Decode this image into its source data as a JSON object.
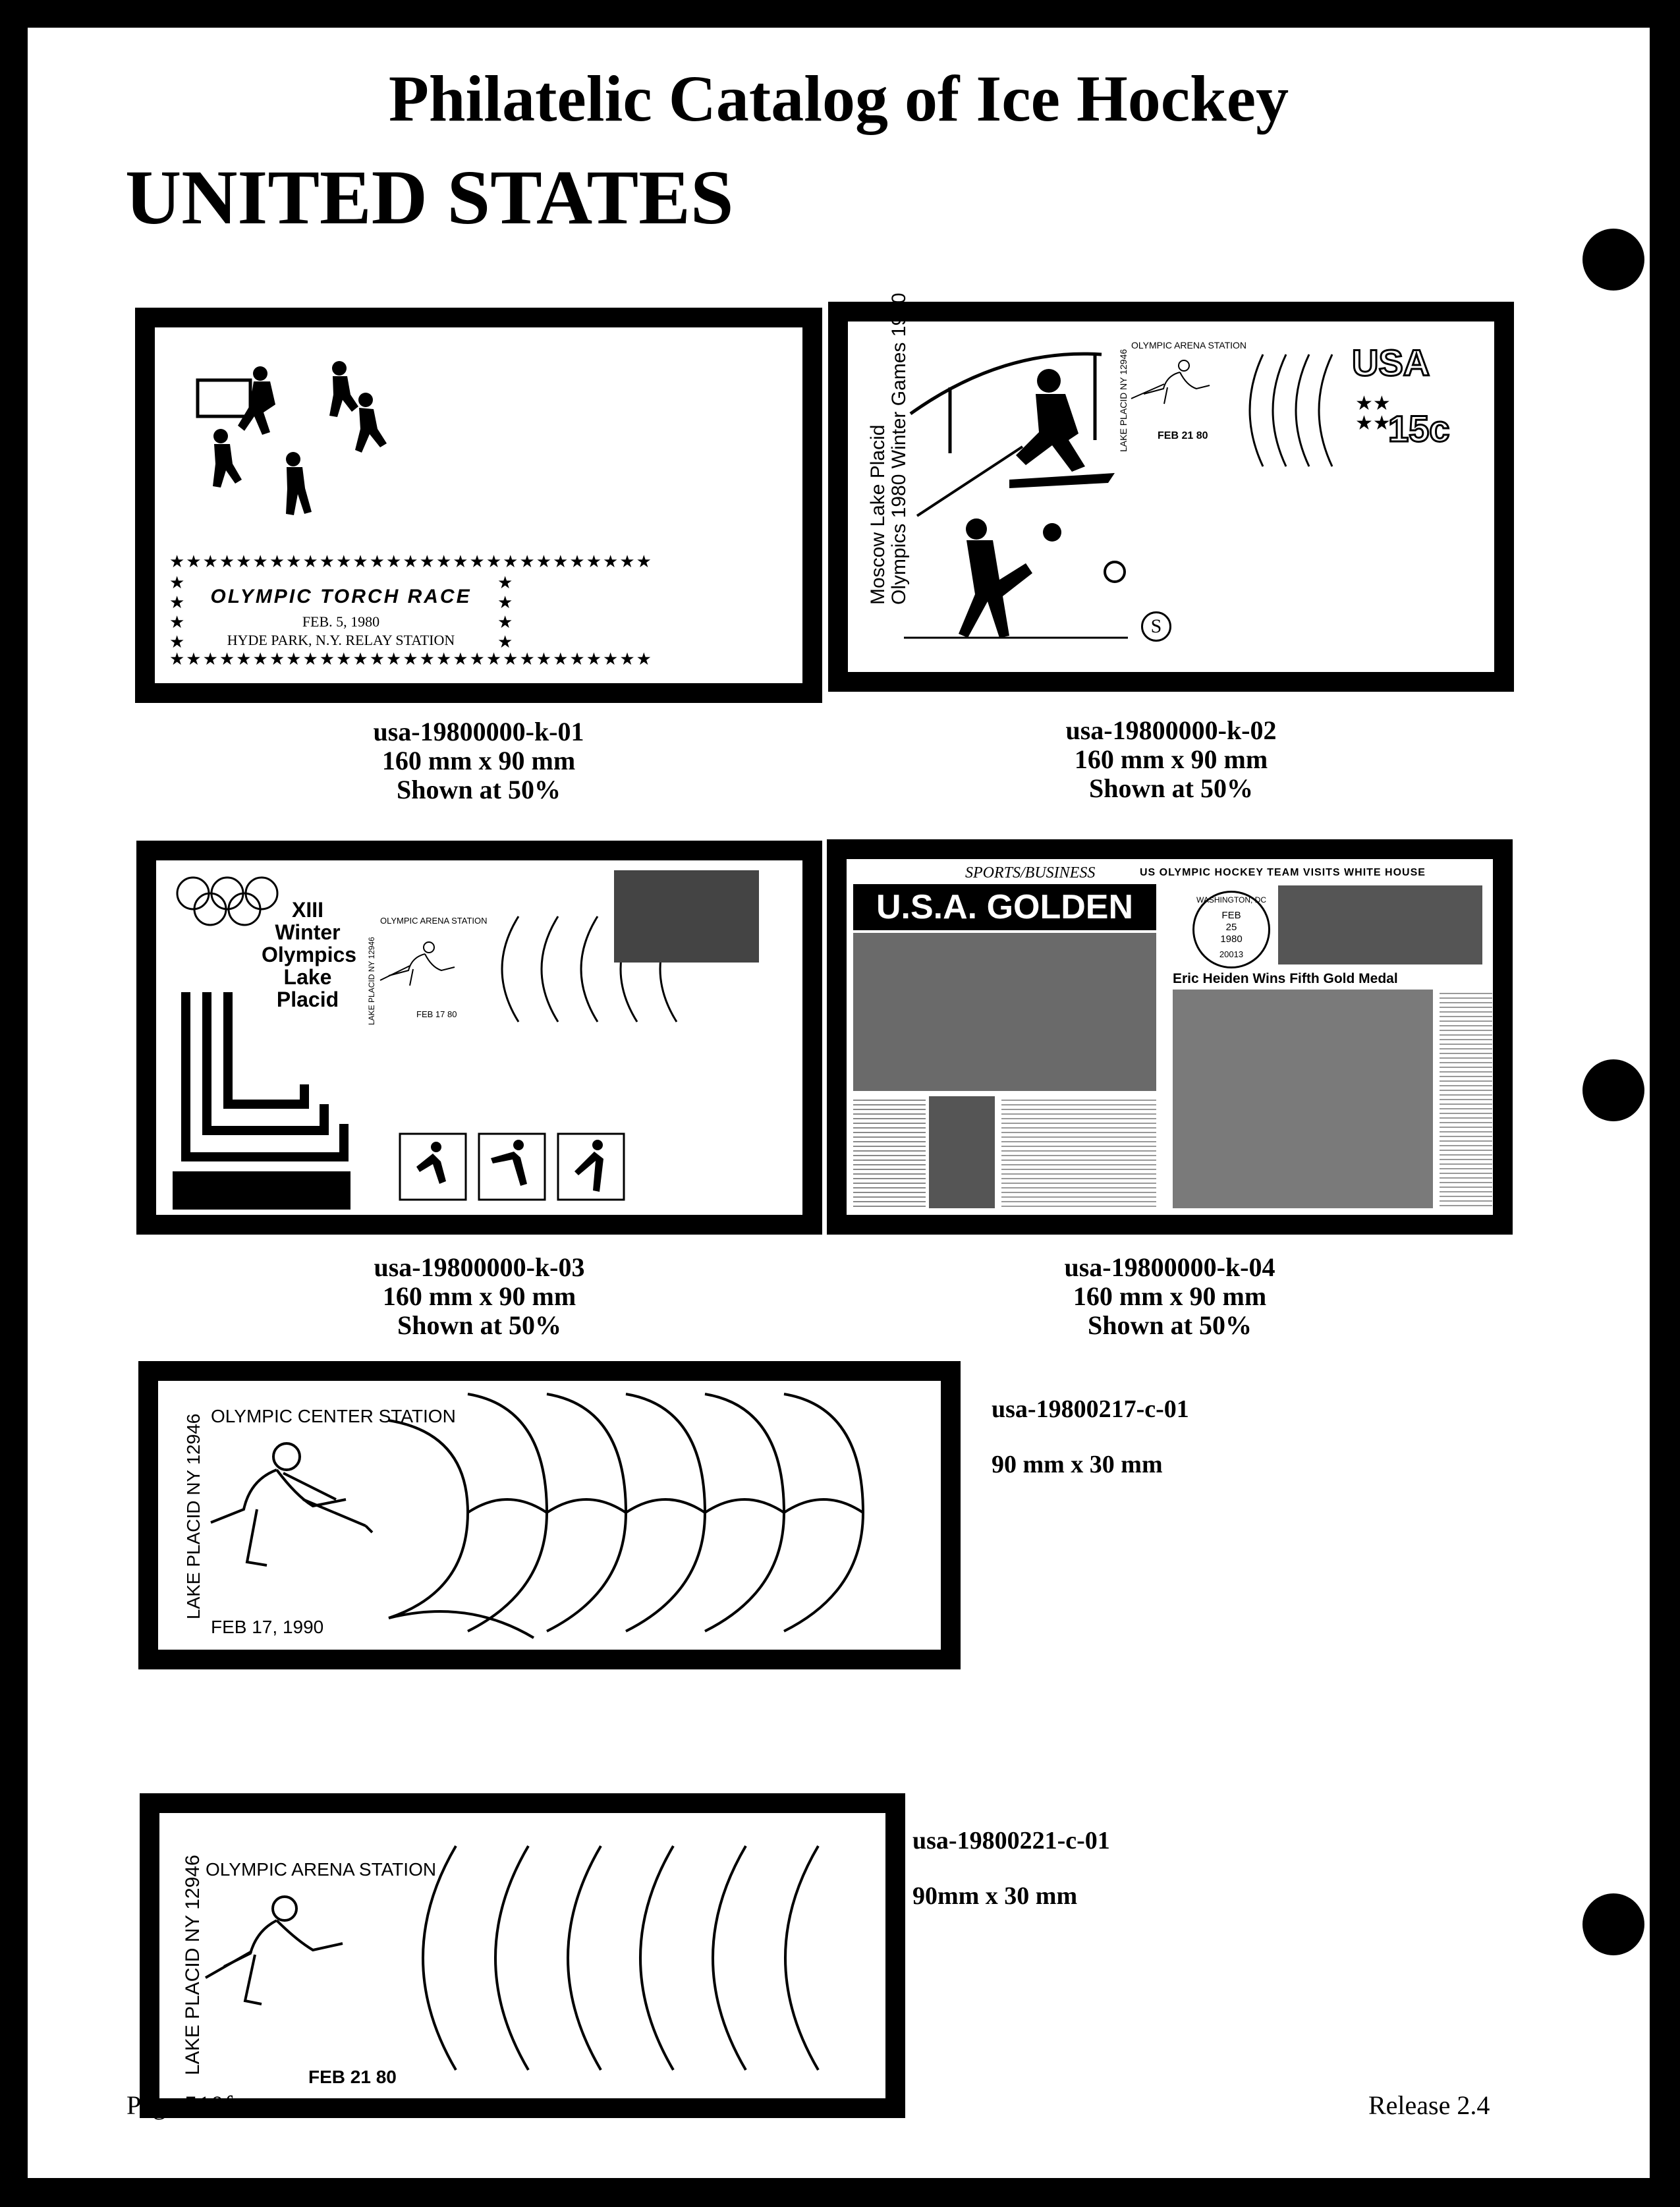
{
  "page": {
    "title": "Philatelic Catalog of Ice Hockey",
    "country": "UNITED STATES",
    "page_number": "Page 510f",
    "release": "Release 2.4"
  },
  "items": [
    {
      "id": "usa-19800000-k-01",
      "size": "160 mm x 90 mm",
      "scale": "Shown at 50%"
    },
    {
      "id": "usa-19800000-k-02",
      "size": "160 mm x 90 mm",
      "scale": "Shown at 50%"
    },
    {
      "id": "usa-19800000-k-03",
      "size": "160 mm x 90 mm",
      "scale": "Shown at 50%"
    },
    {
      "id": "usa-19800000-k-04",
      "size": "160 mm x 90 mm",
      "scale": "Shown at 50%"
    },
    {
      "id": "usa-19800217-c-01",
      "size": "90 mm x 30 mm"
    },
    {
      "id": "usa-19800221-c-01",
      "size": "90mm x 30 mm"
    }
  ],
  "cover1": {
    "event": "OLYMPIC TORCH RACE",
    "date": "FEB. 5, 1980",
    "place": "HYDE PARK, N.Y. RELAY STATION"
  },
  "cover2": {
    "cachet_line1": "Moscow   Lake Placid",
    "cachet_line2": "Olympics 1980   Winter Games 1980",
    "station": "OLYMPIC ARENA STATION",
    "town": "LAKE PLACID NY 12946",
    "date": "FEB 21 80",
    "stamp_country": "USA",
    "stamp_value": "15c"
  },
  "cover3": {
    "cachet_line1": "XIII",
    "cachet_line2": "Winter",
    "cachet_line3": "Olympics",
    "cachet_line4": "Lake",
    "cachet_line5": "Placid",
    "station": "OLYMPIC ARENA STATION",
    "town": "LAKE PLACID NY 12946",
    "date": "FEB 17 80"
  },
  "cover4": {
    "masthead": "SPORTS/BUSINESS",
    "banner": "US OLYMPIC HOCKEY TEAM VISITS WHITE HOUSE",
    "headline": "U.S.A. GOLDEN",
    "pm_city": "WASHINGTON, DC",
    "pm_month": "FEB",
    "pm_day": "25",
    "pm_year": "1980",
    "pm_zip": "20013",
    "subhead": "Eric Heiden Wins Fifth Gold Medal"
  },
  "cancel1": {
    "station": "OLYMPIC CENTER STATION",
    "town": "LAKE PLACID NY 12946",
    "date": "FEB 17, 1990"
  },
  "cancel2": {
    "station": "OLYMPIC ARENA STATION",
    "town": "LAKE PLACID NY 12946",
    "date": "FEB 21 80"
  }
}
